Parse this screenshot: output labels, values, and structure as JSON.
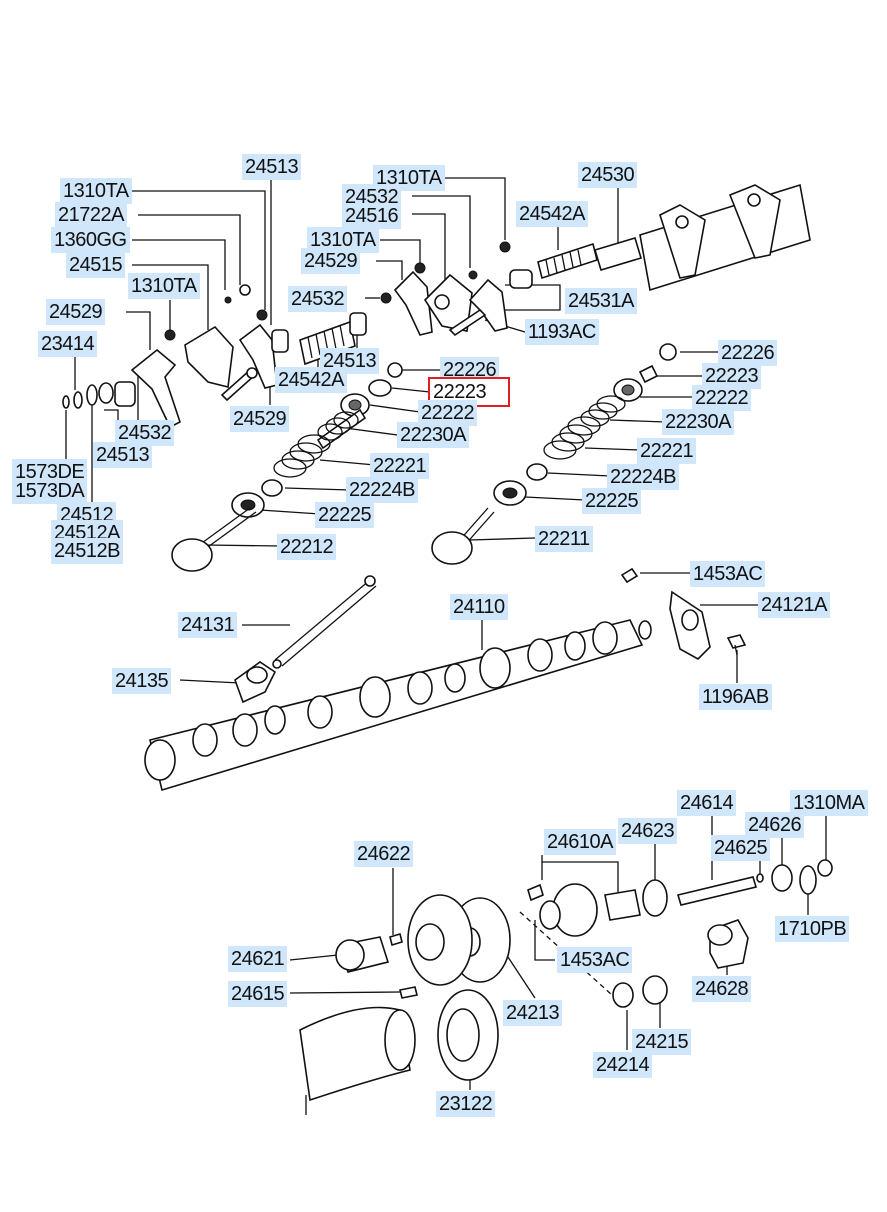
{
  "labels": [
    {
      "id": "l24513a",
      "text": "24513"
    },
    {
      "id": "l1310ta1",
      "text": "1310TA"
    },
    {
      "id": "l21722a",
      "text": "21722A"
    },
    {
      "id": "l1360gg",
      "text": "1360GG"
    },
    {
      "id": "l24515",
      "text": "24515"
    },
    {
      "id": "l1310ta2",
      "text": "1310TA"
    },
    {
      "id": "l24529a",
      "text": "24529"
    },
    {
      "id": "l23414",
      "text": "23414"
    },
    {
      "id": "l24532a",
      "text": "24532"
    },
    {
      "id": "l24513b",
      "text": "24513"
    },
    {
      "id": "l24529b",
      "text": "24529"
    },
    {
      "id": "l1573de",
      "text": "1573DE"
    },
    {
      "id": "l1573da",
      "text": "1573DA"
    },
    {
      "id": "l24512",
      "text": "24512"
    },
    {
      "id": "l24512a",
      "text": "24512A"
    },
    {
      "id": "l24512b",
      "text": "24512B"
    },
    {
      "id": "l1310ta3",
      "text": "1310TA"
    },
    {
      "id": "l24532b",
      "text": "24532"
    },
    {
      "id": "l24516",
      "text": "24516"
    },
    {
      "id": "l1310ta4",
      "text": "1310TA"
    },
    {
      "id": "l24529c",
      "text": "24529"
    },
    {
      "id": "l24532c",
      "text": "24532"
    },
    {
      "id": "l24513c",
      "text": "24513"
    },
    {
      "id": "l24542a1",
      "text": "24542A"
    },
    {
      "id": "l24530",
      "text": "24530"
    },
    {
      "id": "l24542a2",
      "text": "24542A"
    },
    {
      "id": "l24531a",
      "text": "24531A"
    },
    {
      "id": "l1193ac",
      "text": "1193AC"
    },
    {
      "id": "l22226a",
      "text": "22226"
    },
    {
      "id": "l22223a",
      "text": "22223",
      "highlight": true
    },
    {
      "id": "l22222a",
      "text": "22222"
    },
    {
      "id": "l22230a1",
      "text": "22230A"
    },
    {
      "id": "l22221a",
      "text": "22221"
    },
    {
      "id": "l22224ba",
      "text": "22224B"
    },
    {
      "id": "l22225a",
      "text": "22225"
    },
    {
      "id": "l22212",
      "text": "22212"
    },
    {
      "id": "l22226b",
      "text": "22226"
    },
    {
      "id": "l22223b",
      "text": "22223"
    },
    {
      "id": "l22222b",
      "text": "22222"
    },
    {
      "id": "l22230a2",
      "text": "22230A"
    },
    {
      "id": "l22221b",
      "text": "22221"
    },
    {
      "id": "l22224bb",
      "text": "22224B"
    },
    {
      "id": "l22225b",
      "text": "22225"
    },
    {
      "id": "l22211",
      "text": "22211"
    },
    {
      "id": "l1453ac1",
      "text": "1453AC"
    },
    {
      "id": "l24121a",
      "text": "24121A"
    },
    {
      "id": "l24110",
      "text": "24110"
    },
    {
      "id": "l24131",
      "text": "24131"
    },
    {
      "id": "l24135",
      "text": "24135"
    },
    {
      "id": "l1196ab",
      "text": "1196AB"
    },
    {
      "id": "l24614",
      "text": "24614"
    },
    {
      "id": "l1310ma",
      "text": "1310MA"
    },
    {
      "id": "l24626",
      "text": "24626"
    },
    {
      "id": "l24610a",
      "text": "24610A"
    },
    {
      "id": "l24623",
      "text": "24623"
    },
    {
      "id": "l24625",
      "text": "24625"
    },
    {
      "id": "l24622",
      "text": "24622"
    },
    {
      "id": "l1710pb",
      "text": "1710PB"
    },
    {
      "id": "l24621",
      "text": "24621"
    },
    {
      "id": "l1453ac2",
      "text": "1453AC"
    },
    {
      "id": "l24615",
      "text": "24615"
    },
    {
      "id": "l24628",
      "text": "24628"
    },
    {
      "id": "l24213",
      "text": "24213"
    },
    {
      "id": "l24215",
      "text": "24215"
    },
    {
      "id": "l24214",
      "text": "24214"
    },
    {
      "id": "l23122",
      "text": "23122"
    }
  ]
}
